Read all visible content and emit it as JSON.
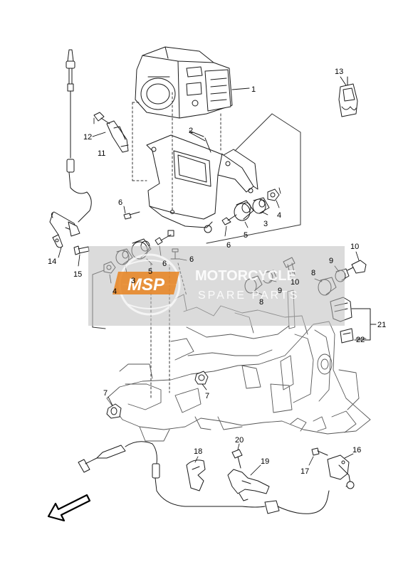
{
  "callouts": {
    "c1": "1",
    "c2": "2",
    "c3a": "3",
    "c3b": "3",
    "c4a": "4",
    "c4b": "4",
    "c5a": "5",
    "c5b": "5",
    "c6a": "6",
    "c6b": "6",
    "c6c": "6",
    "c6d": "6",
    "c7a": "7",
    "c7b": "7",
    "c8a": "8",
    "c8b": "8",
    "c9a": "9",
    "c9b": "9",
    "c10a": "10",
    "c10b": "10",
    "c11": "11",
    "c12": "12",
    "c13": "13",
    "c14": "14",
    "c15": "15",
    "c16": "16",
    "c17": "17",
    "c18": "18",
    "c19": "19",
    "c20": "20",
    "c21": "21",
    "c22": "22"
  },
  "watermark": {
    "badge": "MSP",
    "line1": "MOTORCYCLE",
    "line2": "SPARE PARTS"
  },
  "colors": {
    "line": "#1a1a1a",
    "ghost": "#555555",
    "watermark_band": "#bdbdbd",
    "badge": "#e8821e"
  }
}
